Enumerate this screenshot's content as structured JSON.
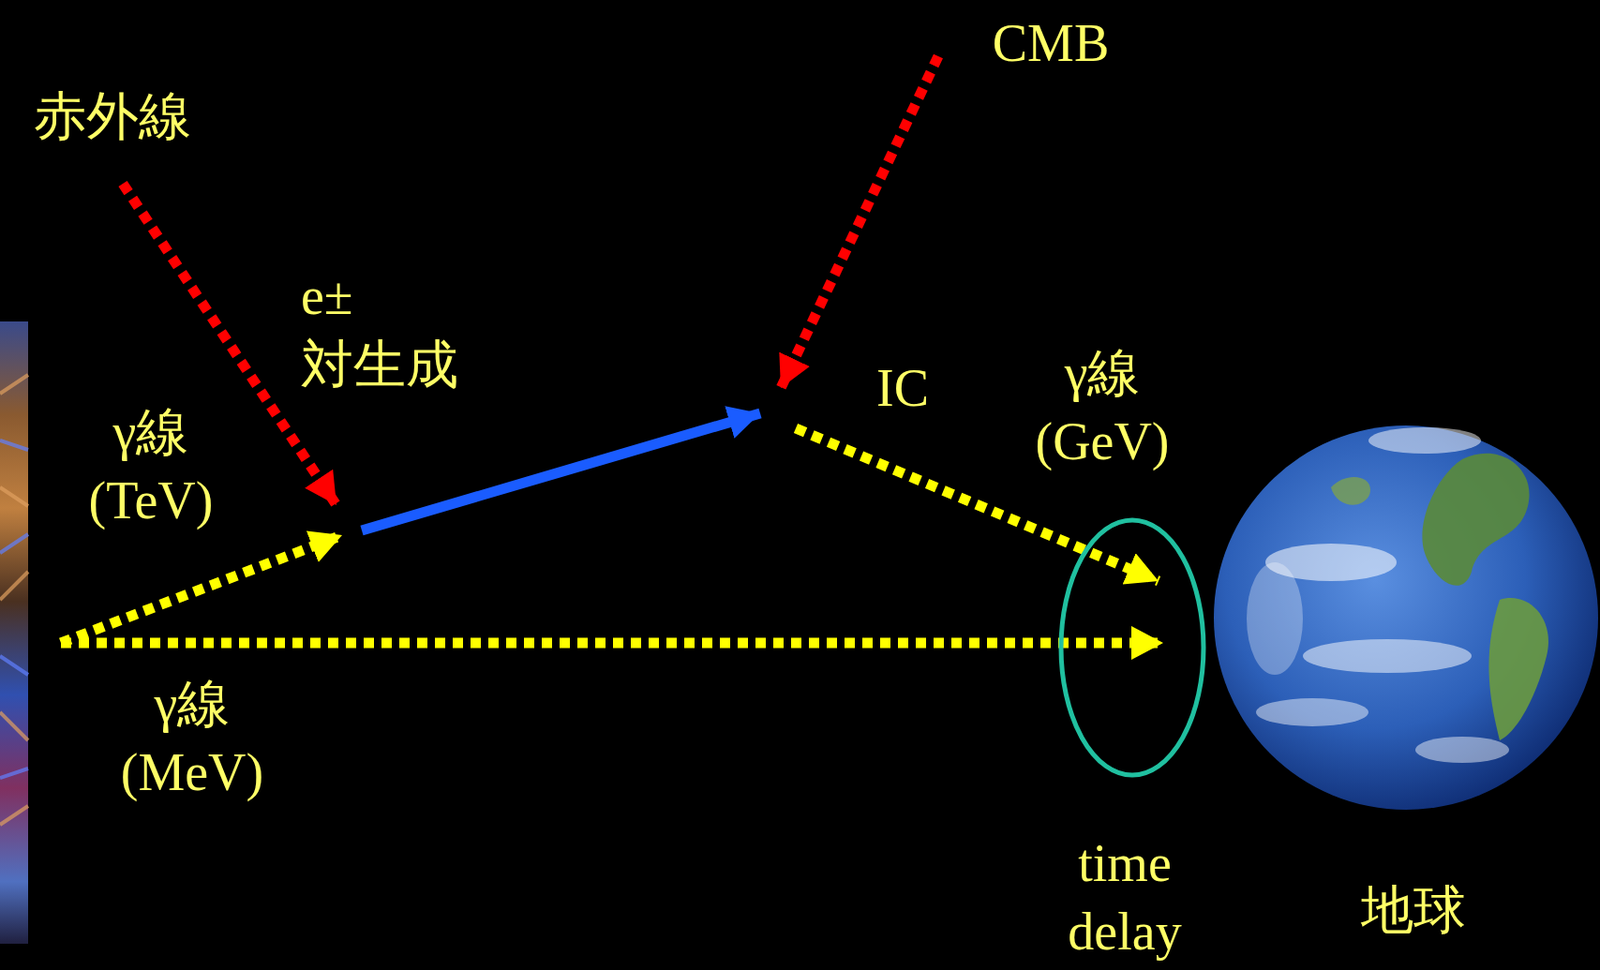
{
  "diagram": {
    "labels": [
      "赤外線",
      "CMB",
      "e± 対生成",
      "γ線 (TeV)",
      "γ線 (MeV)",
      "IC",
      "γ線 (GeV)",
      "time delay",
      "地球"
    ]
  }
}
